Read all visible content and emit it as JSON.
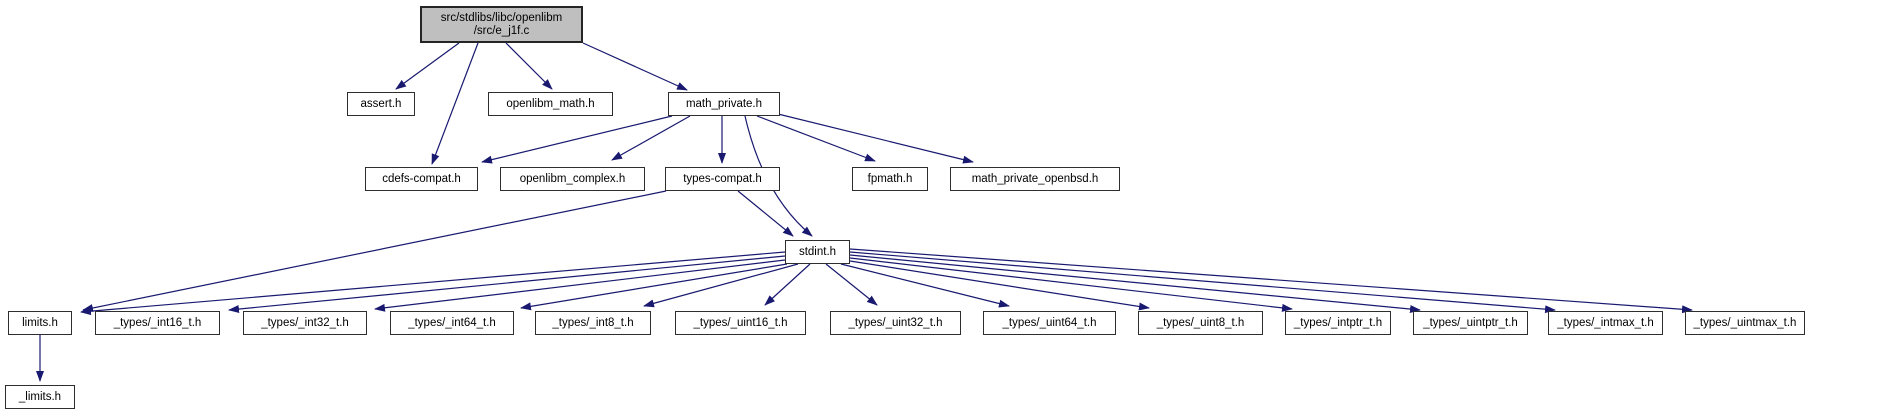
{
  "diagram": {
    "type": "include-dependency-graph",
    "background_color": "#ffffff",
    "edge_color": "#191970",
    "root_fill_color": "#bfbfbf",
    "node_fill_color": "#ffffff",
    "node_border_color": "#2e2e2e",
    "nodes": [
      {
        "id": "e_j1f_c",
        "label": "src/stdlibs/libc/openlibm\n/src/e_j1f.c",
        "type": "root"
      },
      {
        "id": "assert_h",
        "label": "assert.h"
      },
      {
        "id": "openlibm_math_h",
        "label": "openlibm_math.h"
      },
      {
        "id": "math_private_h",
        "label": "math_private.h"
      },
      {
        "id": "cdefs_compat_h",
        "label": "cdefs-compat.h"
      },
      {
        "id": "openlibm_complex_h",
        "label": "openlibm_complex.h"
      },
      {
        "id": "types_compat_h",
        "label": "types-compat.h"
      },
      {
        "id": "fpmath_h",
        "label": "fpmath.h"
      },
      {
        "id": "math_private_openbsd_h",
        "label": "math_private_openbsd.h"
      },
      {
        "id": "stdint_h",
        "label": "stdint.h"
      },
      {
        "id": "limits_h",
        "label": "limits.h"
      },
      {
        "id": "types_int16_t_h",
        "label": "_types/_int16_t.h"
      },
      {
        "id": "types_int32_t_h",
        "label": "_types/_int32_t.h"
      },
      {
        "id": "types_int64_t_h",
        "label": "_types/_int64_t.h"
      },
      {
        "id": "types_int8_t_h",
        "label": "_types/_int8_t.h"
      },
      {
        "id": "types_uint16_t_h",
        "label": "_types/_uint16_t.h"
      },
      {
        "id": "types_uint32_t_h",
        "label": "_types/_uint32_t.h"
      },
      {
        "id": "types_uint64_t_h",
        "label": "_types/_uint64_t.h"
      },
      {
        "id": "types_uint8_t_h",
        "label": "_types/_uint8_t.h"
      },
      {
        "id": "types_intptr_t_h",
        "label": "_types/_intptr_t.h"
      },
      {
        "id": "types_uintptr_t_h",
        "label": "_types/_uintptr_t.h"
      },
      {
        "id": "types_intmax_t_h",
        "label": "_types/_intmax_t.h"
      },
      {
        "id": "types_uintmax_t_h",
        "label": "_types/_uintmax_t.h"
      },
      {
        "id": "_limits_h",
        "label": "_limits.h"
      }
    ],
    "edges": [
      {
        "from": "e_j1f_c",
        "to": "assert_h"
      },
      {
        "from": "e_j1f_c",
        "to": "openlibm_math_h"
      },
      {
        "from": "e_j1f_c",
        "to": "math_private_h"
      },
      {
        "from": "e_j1f_c",
        "to": "cdefs_compat_h"
      },
      {
        "from": "math_private_h",
        "to": "cdefs_compat_h"
      },
      {
        "from": "math_private_h",
        "to": "openlibm_complex_h"
      },
      {
        "from": "math_private_h",
        "to": "types_compat_h"
      },
      {
        "from": "math_private_h",
        "to": "stdint_h"
      },
      {
        "from": "math_private_h",
        "to": "fpmath_h"
      },
      {
        "from": "math_private_h",
        "to": "math_private_openbsd_h"
      },
      {
        "from": "types_compat_h",
        "to": "stdint_h"
      },
      {
        "from": "types_compat_h",
        "to": "limits_h"
      },
      {
        "from": "stdint_h",
        "to": "limits_h"
      },
      {
        "from": "stdint_h",
        "to": "types_int16_t_h"
      },
      {
        "from": "stdint_h",
        "to": "types_int32_t_h"
      },
      {
        "from": "stdint_h",
        "to": "types_int64_t_h"
      },
      {
        "from": "stdint_h",
        "to": "types_int8_t_h"
      },
      {
        "from": "stdint_h",
        "to": "types_uint16_t_h"
      },
      {
        "from": "stdint_h",
        "to": "types_uint32_t_h"
      },
      {
        "from": "stdint_h",
        "to": "types_uint64_t_h"
      },
      {
        "from": "stdint_h",
        "to": "types_uint8_t_h"
      },
      {
        "from": "stdint_h",
        "to": "types_intptr_t_h"
      },
      {
        "from": "stdint_h",
        "to": "types_uintptr_t_h"
      },
      {
        "from": "stdint_h",
        "to": "types_intmax_t_h"
      },
      {
        "from": "stdint_h",
        "to": "types_uintmax_t_h"
      },
      {
        "from": "limits_h",
        "to": "_limits_h"
      }
    ]
  }
}
